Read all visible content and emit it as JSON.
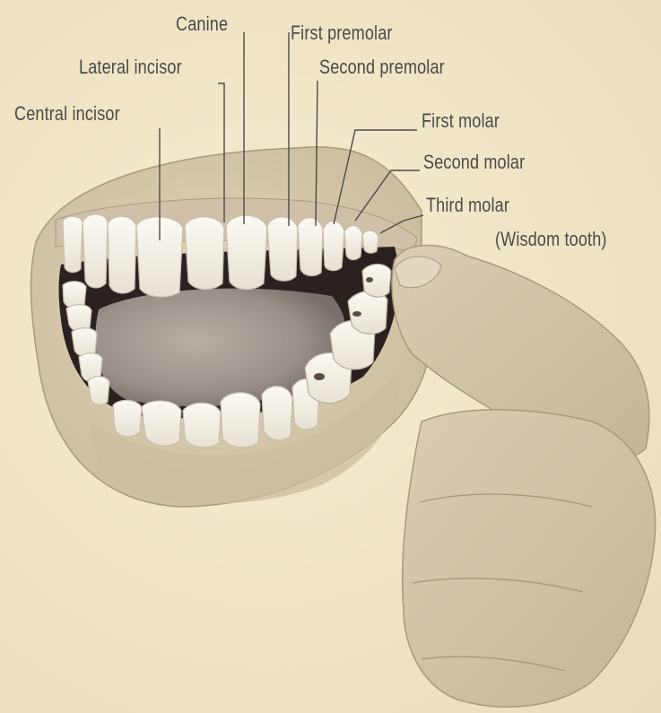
{
  "labels": {
    "canine": "Canine",
    "first_premolar": "First premolar",
    "lateral_incisor": "Lateral incisor",
    "second_premolar": "Second premolar",
    "central_incisor": "Central incisor",
    "first_molar": "First molar",
    "second_molar": "Second molar",
    "third_molar": "Third molar",
    "wisdom_tooth": "(Wisdom tooth)"
  },
  "colors": {
    "skin": "#d8ccae",
    "skin_shadow": "#b9ab8e",
    "mouth_dark": "#2a2220",
    "tongue": "#a79f92",
    "tooth": "#f7f4ec",
    "label_text": "#4a4a48"
  }
}
